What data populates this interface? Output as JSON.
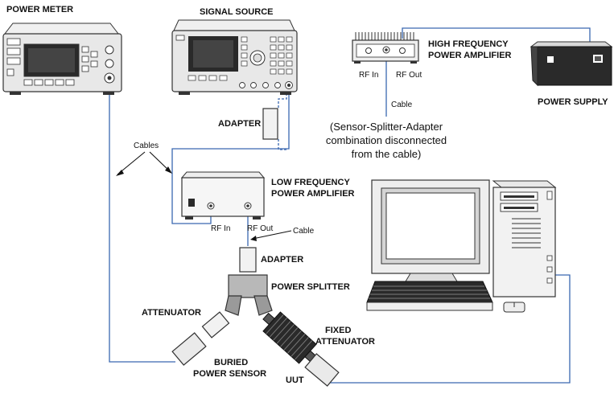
{
  "labels": {
    "power_meter": "POWER METER",
    "signal_source": "SIGNAL SOURCE",
    "hf_amp_line1": "HIGH FREQUENCY",
    "hf_amp_line2": "POWER AMPLIFIER",
    "power_supply": "POWER SUPPLY",
    "adapter_top": "ADAPTER",
    "lf_amp_line1": "LOW FREQUENCY",
    "lf_amp_line2": "POWER AMPLIFIER",
    "adapter_mid": "ADAPTER",
    "power_splitter": "POWER SPLITTER",
    "attenuator": "ATTENUATOR",
    "fixed_att_line1": "FIXED",
    "fixed_att_line2": "ATTENUATOR",
    "buried_line1": "BURIED",
    "buried_line2": "POWER SENSOR",
    "uut": "UUT"
  },
  "small": {
    "hf_rf_in": "RF In",
    "hf_rf_out": "RF Out",
    "hf_cable": "Cable",
    "cables": "Cables",
    "lf_rf_in": "RF In",
    "lf_rf_out": "RF Out",
    "lf_cable": "Cable"
  },
  "note": {
    "line1": "(Sensor-Splitter-Adapter",
    "line2": "combination disconnected",
    "line3": "from the cable)"
  },
  "colors": {
    "cable": "#3a68b0",
    "device_fill": "#e6e6e6",
    "device_dark": "#2a2a2a"
  }
}
